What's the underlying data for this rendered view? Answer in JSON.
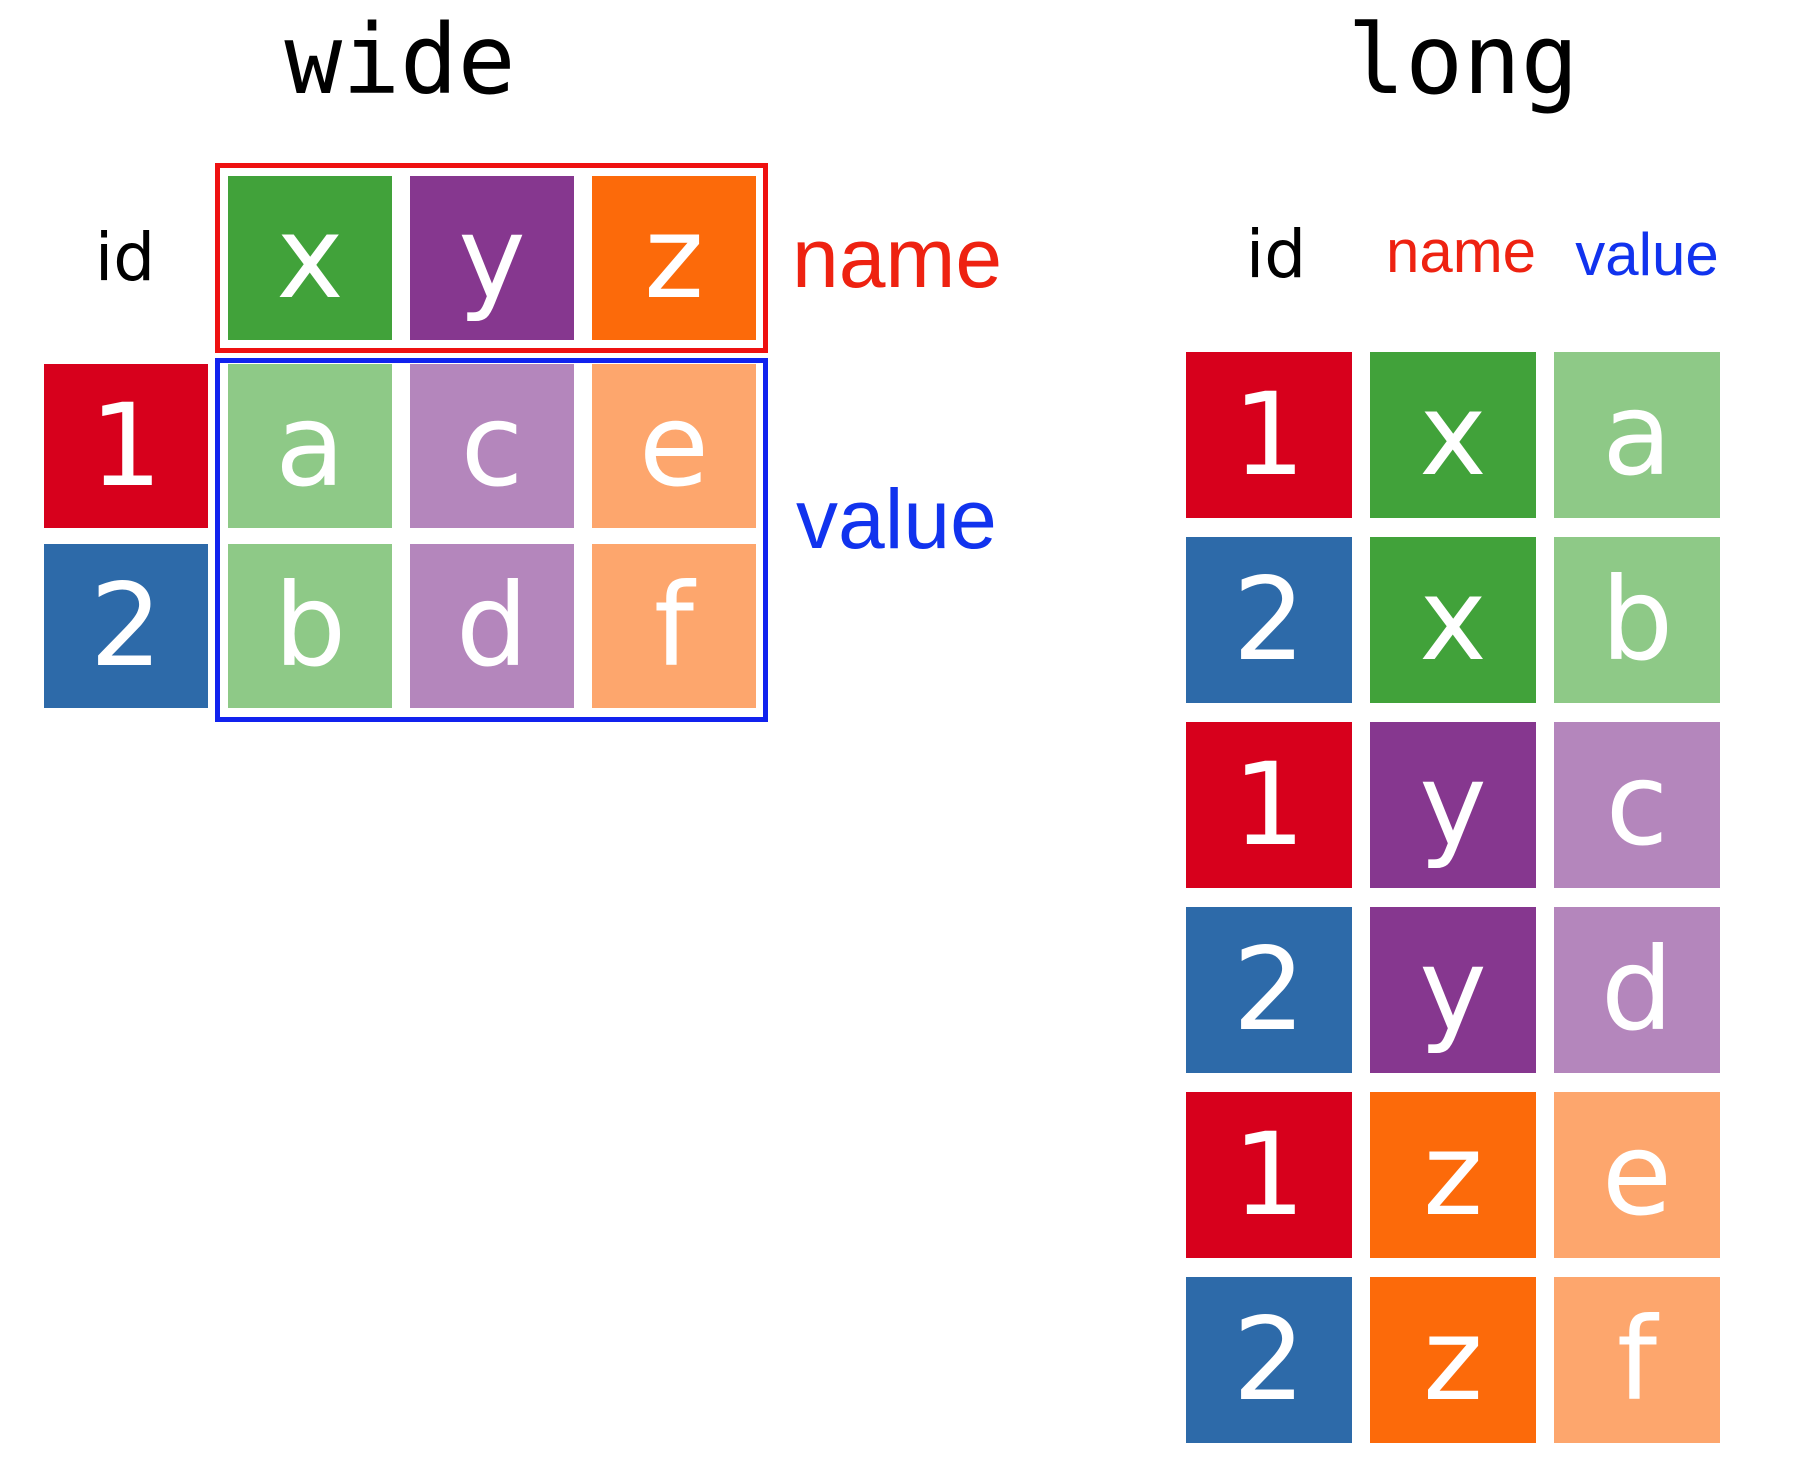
{
  "colors": {
    "id_1": "#d7001c",
    "id_2": "#2d6aa9",
    "x_dark": "#41a23a",
    "y_dark": "#86378f",
    "z_dark": "#fc6a0a",
    "x_light": "#8ec987",
    "y_light": "#b486bc",
    "z_light": "#fda66d",
    "name_frame": "#ee1111",
    "value_frame": "#1122ee",
    "name_text": "#ee2211",
    "value_text": "#1133ee"
  },
  "wide": {
    "title": "wide",
    "id_header": "id",
    "name_label": "name",
    "value_label": "value",
    "columns": [
      "x",
      "y",
      "z"
    ],
    "rows": [
      {
        "id": "1",
        "values": [
          "a",
          "c",
          "e"
        ]
      },
      {
        "id": "2",
        "values": [
          "b",
          "d",
          "f"
        ]
      }
    ]
  },
  "long": {
    "title": "long",
    "headers": {
      "id": "id",
      "name": "name",
      "value": "value"
    },
    "rows": [
      {
        "id": "1",
        "name": "x",
        "value": "a"
      },
      {
        "id": "2",
        "name": "x",
        "value": "b"
      },
      {
        "id": "1",
        "name": "y",
        "value": "c"
      },
      {
        "id": "2",
        "name": "y",
        "value": "d"
      },
      {
        "id": "1",
        "name": "z",
        "value": "e"
      },
      {
        "id": "2",
        "name": "z",
        "value": "f"
      }
    ]
  }
}
